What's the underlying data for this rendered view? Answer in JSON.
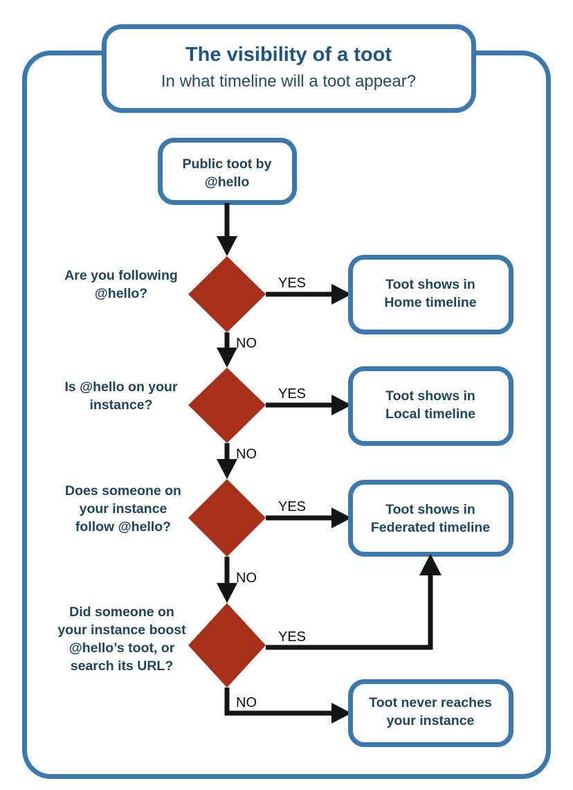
{
  "header": {
    "title": "The visibility of a toot",
    "subtitle": "In what timeline will a toot appear?"
  },
  "colors": {
    "frame_border": "#3a78ae",
    "node_border": "#3a78ae",
    "node_fill": "#ffffff",
    "decision_fill": "#a8301a",
    "title_text": "#1d5586",
    "subtitle_text": "#244b62",
    "node_text": "#21455c",
    "edge": "#141414",
    "edge_label_text": "#0d0d0d",
    "page_background": "#ffffff"
  },
  "chart_data": {
    "type": "diagram",
    "title": "The visibility of a toot",
    "subtitle": "In what timeline will a toot appear?",
    "nodes": [
      {
        "id": "start",
        "shape": "rounded-rect",
        "lines": [
          "Public toot by",
          "@hello"
        ]
      },
      {
        "id": "d1",
        "shape": "diamond",
        "lines": [
          "Are you following",
          "@hello?"
        ]
      },
      {
        "id": "d2",
        "shape": "diamond",
        "lines": [
          "Is @hello on your",
          "instance?"
        ]
      },
      {
        "id": "d3",
        "shape": "diamond",
        "lines": [
          "Does someone on",
          "your instance",
          "follow @hello?"
        ]
      },
      {
        "id": "d4",
        "shape": "diamond",
        "lines": [
          "Did someone on",
          "your instance boost",
          "@hello’s toot, or",
          "search its URL?"
        ]
      },
      {
        "id": "home",
        "shape": "rounded-rect",
        "lines": [
          "Toot shows in",
          "Home timeline"
        ]
      },
      {
        "id": "local",
        "shape": "rounded-rect",
        "lines": [
          "Toot shows in",
          "Local timeline"
        ]
      },
      {
        "id": "federated",
        "shape": "rounded-rect",
        "lines": [
          "Toot shows in",
          "Federated timeline"
        ]
      },
      {
        "id": "never",
        "shape": "rounded-rect",
        "lines": [
          "Toot never reaches",
          "your instance"
        ]
      }
    ],
    "edges": [
      {
        "from": "start",
        "to": "d1",
        "label": ""
      },
      {
        "from": "d1",
        "to": "home",
        "label": "YES"
      },
      {
        "from": "d1",
        "to": "d2",
        "label": "NO"
      },
      {
        "from": "d2",
        "to": "local",
        "label": "YES"
      },
      {
        "from": "d2",
        "to": "d3",
        "label": "NO"
      },
      {
        "from": "d3",
        "to": "federated",
        "label": "YES"
      },
      {
        "from": "d3",
        "to": "d4",
        "label": "NO"
      },
      {
        "from": "d4",
        "to": "federated",
        "label": "YES"
      },
      {
        "from": "d4",
        "to": "never",
        "label": "NO"
      }
    ]
  },
  "nodes": {
    "start": {
      "line1": "Public toot by",
      "line2": "@hello"
    },
    "q1": {
      "line1": "Are you following",
      "line2": "@hello?"
    },
    "q2": {
      "line1": "Is @hello on your",
      "line2": "instance?"
    },
    "q3": {
      "line1": "Does someone on",
      "line2": "your instance",
      "line3": "follow @hello?"
    },
    "q4": {
      "line1": "Did someone on",
      "line2": "your instance boost",
      "line3": "@hello’s toot, or",
      "line4": "search its URL?"
    },
    "home": {
      "line1": "Toot shows in",
      "line2": "Home timeline"
    },
    "local": {
      "line1": "Toot shows in",
      "line2": "Local timeline"
    },
    "federated": {
      "line1": "Toot shows in",
      "line2": "Federated timeline"
    },
    "never": {
      "line1": "Toot never reaches",
      "line2": "your instance"
    }
  },
  "edge_labels": {
    "yes1": "YES",
    "no1": "NO",
    "yes2": "YES",
    "no2": "NO",
    "yes3": "YES",
    "no3": "NO",
    "yes4": "YES",
    "no4": "NO"
  }
}
